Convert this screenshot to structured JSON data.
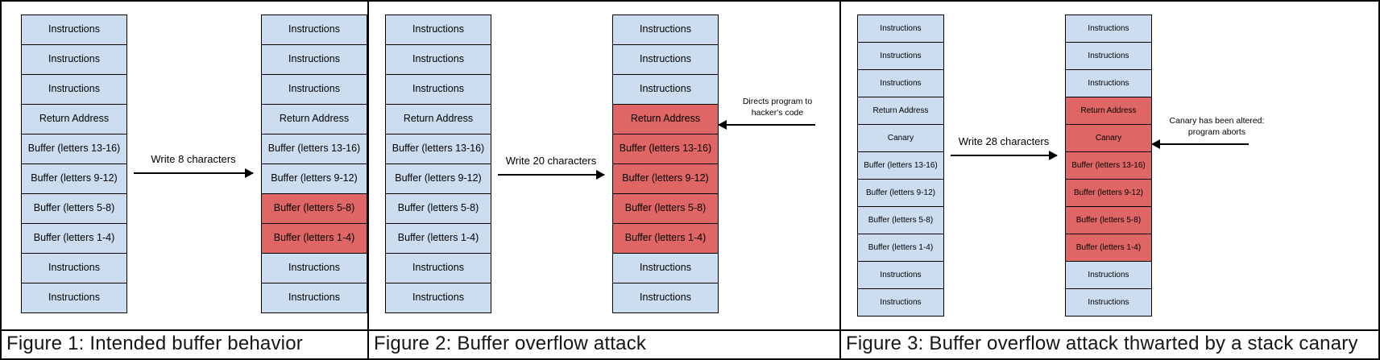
{
  "colors": {
    "cell_normal": "#ccddf0",
    "cell_overwritten": "#e06666",
    "border": "#000000"
  },
  "figures": [
    {
      "caption": "Figure 1: Intended buffer behavior",
      "arrow_label": "Write 8 characters",
      "annotation_lines": [],
      "before_stack": [
        {
          "label": "Instructions",
          "overwritten": false
        },
        {
          "label": "Instructions",
          "overwritten": false
        },
        {
          "label": "Instructions",
          "overwritten": false
        },
        {
          "label": "Return Address",
          "overwritten": false
        },
        {
          "label": "Buffer (letters 13-16)",
          "overwritten": false
        },
        {
          "label": "Buffer (letters 9-12)",
          "overwritten": false
        },
        {
          "label": "Buffer (letters 5-8)",
          "overwritten": false
        },
        {
          "label": "Buffer (letters 1-4)",
          "overwritten": false
        },
        {
          "label": "Instructions",
          "overwritten": false
        },
        {
          "label": "Instructions",
          "overwritten": false
        }
      ],
      "after_stack": [
        {
          "label": "Instructions",
          "overwritten": false
        },
        {
          "label": "Instructions",
          "overwritten": false
        },
        {
          "label": "Instructions",
          "overwritten": false
        },
        {
          "label": "Return Address",
          "overwritten": false
        },
        {
          "label": "Buffer (letters 13-16)",
          "overwritten": false
        },
        {
          "label": "Buffer (letters 9-12)",
          "overwritten": false
        },
        {
          "label": "Buffer (letters 5-8)",
          "overwritten": true
        },
        {
          "label": "Buffer (letters 1-4)",
          "overwritten": true
        },
        {
          "label": "Instructions",
          "overwritten": false
        },
        {
          "label": "Instructions",
          "overwritten": false
        }
      ]
    },
    {
      "caption": "Figure 2: Buffer overflow attack",
      "arrow_label": "Write 20 characters",
      "annotation_lines": [
        "Directs program to",
        "hacker's code"
      ],
      "before_stack": [
        {
          "label": "Instructions",
          "overwritten": false
        },
        {
          "label": "Instructions",
          "overwritten": false
        },
        {
          "label": "Instructions",
          "overwritten": false
        },
        {
          "label": "Return Address",
          "overwritten": false
        },
        {
          "label": "Buffer (letters 13-16)",
          "overwritten": false
        },
        {
          "label": "Buffer (letters 9-12)",
          "overwritten": false
        },
        {
          "label": "Buffer (letters 5-8)",
          "overwritten": false
        },
        {
          "label": "Buffer (letters 1-4)",
          "overwritten": false
        },
        {
          "label": "Instructions",
          "overwritten": false
        },
        {
          "label": "Instructions",
          "overwritten": false
        }
      ],
      "after_stack": [
        {
          "label": "Instructions",
          "overwritten": false
        },
        {
          "label": "Instructions",
          "overwritten": false
        },
        {
          "label": "Instructions",
          "overwritten": false
        },
        {
          "label": "Return Address",
          "overwritten": true
        },
        {
          "label": "Buffer (letters 13-16)",
          "overwritten": true
        },
        {
          "label": "Buffer (letters 9-12)",
          "overwritten": true
        },
        {
          "label": "Buffer (letters 5-8)",
          "overwritten": true
        },
        {
          "label": "Buffer (letters 1-4)",
          "overwritten": true
        },
        {
          "label": "Instructions",
          "overwritten": false
        },
        {
          "label": "Instructions",
          "overwritten": false
        }
      ]
    },
    {
      "caption": "Figure 3: Buffer overflow attack thwarted by a stack canary",
      "arrow_label": "Write 28 characters",
      "annotation_lines": [
        "Canary has been altered:",
        "program aborts"
      ],
      "before_stack": [
        {
          "label": "Instructions",
          "overwritten": false
        },
        {
          "label": "Instructions",
          "overwritten": false
        },
        {
          "label": "Instructions",
          "overwritten": false
        },
        {
          "label": "Return Address",
          "overwritten": false
        },
        {
          "label": "Canary",
          "overwritten": false
        },
        {
          "label": "Buffer (letters 13-16)",
          "overwritten": false
        },
        {
          "label": "Buffer (letters 9-12)",
          "overwritten": false
        },
        {
          "label": "Buffer (letters 5-8)",
          "overwritten": false
        },
        {
          "label": "Buffer (letters 1-4)",
          "overwritten": false
        },
        {
          "label": "Instructions",
          "overwritten": false
        },
        {
          "label": "Instructions",
          "overwritten": false
        }
      ],
      "after_stack": [
        {
          "label": "Instructions",
          "overwritten": false
        },
        {
          "label": "Instructions",
          "overwritten": false
        },
        {
          "label": "Instructions",
          "overwritten": false
        },
        {
          "label": "Return Address",
          "overwritten": true
        },
        {
          "label": "Canary",
          "overwritten": true
        },
        {
          "label": "Buffer (letters 13-16)",
          "overwritten": true
        },
        {
          "label": "Buffer (letters 9-12)",
          "overwritten": true
        },
        {
          "label": "Buffer (letters 5-8)",
          "overwritten": true
        },
        {
          "label": "Buffer (letters 1-4)",
          "overwritten": true
        },
        {
          "label": "Instructions",
          "overwritten": false
        },
        {
          "label": "Instructions",
          "overwritten": false
        }
      ]
    }
  ]
}
